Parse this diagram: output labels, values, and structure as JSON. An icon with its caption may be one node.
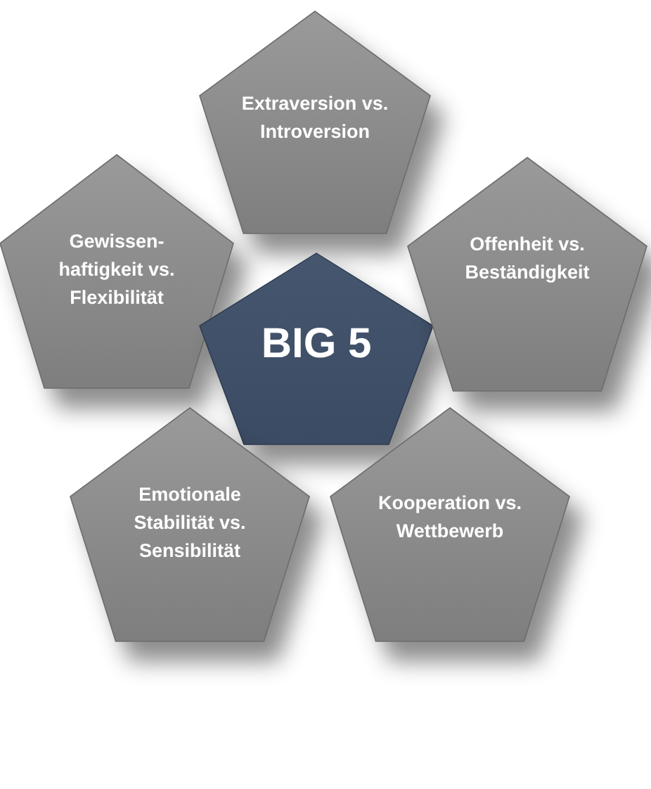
{
  "diagram": {
    "nodes": [
      {
        "text": [
          "Extraversion vs. Introversion"
        ]
      },
      {
        "text": [
          "Gewissen- haftigkeit vs. Flexibilität"
        ]
      },
      {
        "text": [
          "BIG 5"
        ]
      },
      {
        "text": [
          "Offenheit vs. Beständigkeit"
        ]
      },
      {
        "text": [
          "Emotionale Stabilität vs. Sensibilität"
        ]
      },
      {
        "text": [
          "Kooperation vs. Wettbewerb"
        ]
      }
    ]
  }
}
